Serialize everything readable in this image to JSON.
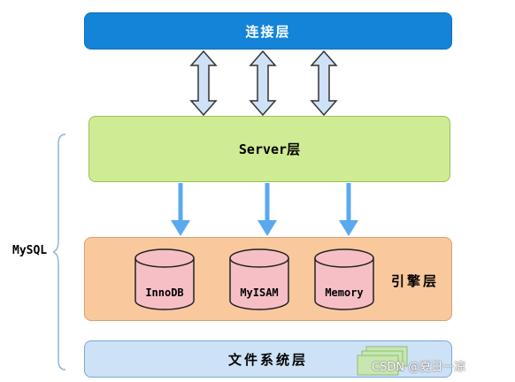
{
  "layers": {
    "connection": "连接层",
    "server": "Server层",
    "engine": "引擎层",
    "filesystem": "文件系统层"
  },
  "engines": [
    "InnoDB",
    "MyISAM",
    "Memory"
  ],
  "group_label": "MySQL",
  "credit": "CSDN @夏日一凉",
  "colors": {
    "connection": "#1384d8",
    "server": "#cfeb94",
    "engine": "#f9c89c",
    "filesystem": "#cde2f7",
    "cylinder": "#f6bfc6",
    "arrow": "#5aa9f0"
  }
}
